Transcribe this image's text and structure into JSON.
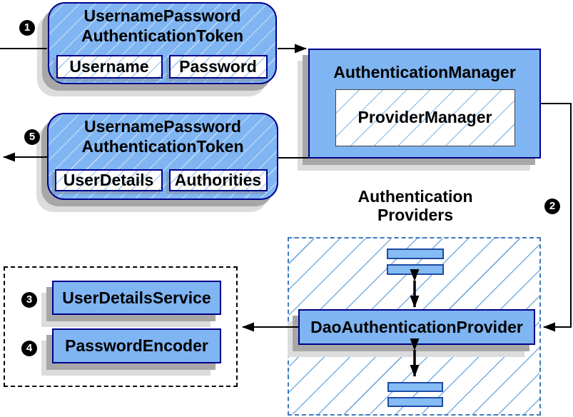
{
  "steps": {
    "one": "1",
    "two": "2",
    "three": "3",
    "four": "4",
    "five": "5"
  },
  "request_token": {
    "title1": "UsernamePassword",
    "title2": "AuthenticationToken",
    "field1": "Username",
    "field2": "Password"
  },
  "auth_manager": {
    "title": "AuthenticationManager",
    "provider": "ProviderManager"
  },
  "response_token": {
    "title1": "UsernamePassword",
    "title2": "AuthenticationToken",
    "field1": "UserDetails",
    "field2": "Authorities"
  },
  "providers_group": {
    "title1": "Authentication",
    "title2": "Providers",
    "dao": "DaoAuthenticationProvider"
  },
  "services_group": {
    "service1": "UserDetailsService",
    "service2": "PasswordEncoder"
  },
  "colors": {
    "box_fill": "#7FB5F2",
    "box_border": "#00008B",
    "hatch_line": "#AECFF2",
    "providers_hatch_line": "#79ADE2",
    "providers_dashed_border": "#3E79BE",
    "shadow_dark": "#a7a7a7",
    "shadow_light": "#dcdcdc",
    "badge_bg": "#000000",
    "badge_text": "#ffffff",
    "arrow": "#000000"
  }
}
